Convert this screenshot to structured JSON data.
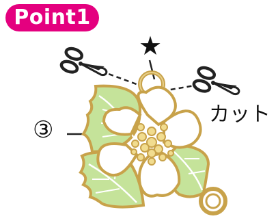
{
  "badge": {
    "label": "Point1"
  },
  "star": {
    "symbol": "★"
  },
  "cut": {
    "label": "カット"
  },
  "part": {
    "label": "③"
  },
  "icons": [
    "scissors-icon",
    "scissors-icon",
    "star-icon"
  ],
  "colors": {
    "badge": "#e4007f",
    "gold": "#c8a24a",
    "leaf": "#c5e39a",
    "stamen": "#f1dc8f",
    "petal": "#ffffff",
    "line": "#222222"
  }
}
